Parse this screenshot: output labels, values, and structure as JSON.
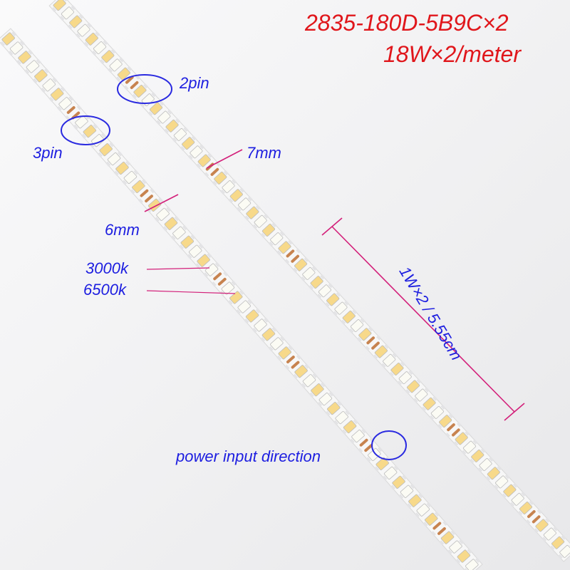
{
  "image": {
    "description_text": {
      "model_line": "2835-180D-5B9C×2",
      "power_line": "18W×2/meter"
    },
    "annotations": {
      "pin_2": "2pin",
      "pin_3": "3pin",
      "width_7mm": "7mm",
      "width_6mm": "6mm",
      "cct_warm": "3000k",
      "cct_cool": "6500k",
      "segment": "1W×2 / 5.55cm",
      "power_direction": "power input direction"
    },
    "colors": {
      "title_red": "#e0161b",
      "annotation_blue": "#1d1ee0",
      "marker_magenta": "#d3207a",
      "led_warm": "#f7d98a",
      "led_cool": "#fbfbf4",
      "copper_pad": "#c7834f"
    }
  }
}
